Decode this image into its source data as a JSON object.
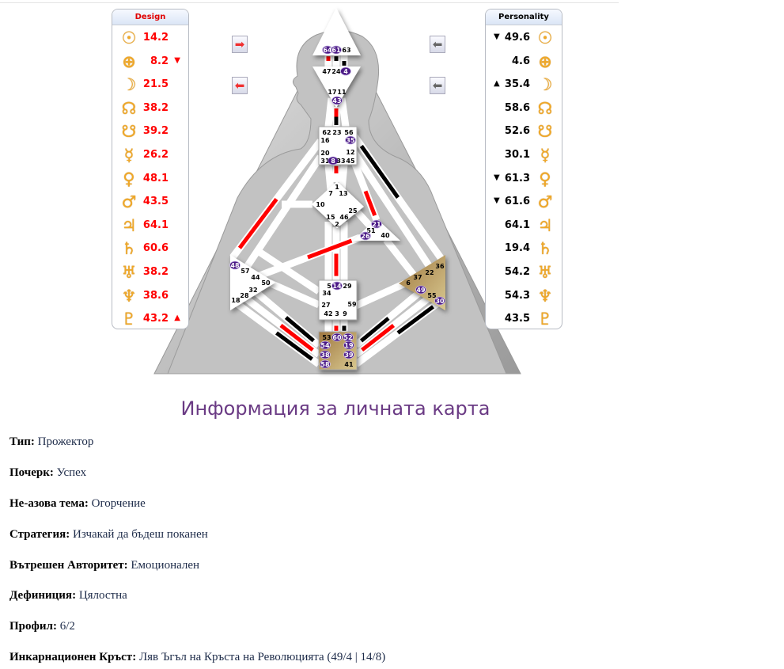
{
  "design_panel": {
    "title": "Design",
    "rows": [
      {
        "planet": "sun-icon",
        "glyph": "☉",
        "value": "14.2",
        "mark": ""
      },
      {
        "planet": "earth-icon",
        "glyph": "⊕",
        "value": "8.2",
        "mark": "▼"
      },
      {
        "planet": "moon-icon",
        "glyph": "☽",
        "value": "21.5",
        "mark": ""
      },
      {
        "planet": "north-node-icon",
        "glyph": "☊",
        "value": "38.2",
        "mark": ""
      },
      {
        "planet": "south-node-icon",
        "glyph": "☋",
        "value": "39.2",
        "mark": ""
      },
      {
        "planet": "mercury-icon",
        "glyph": "☿",
        "value": "26.2",
        "mark": ""
      },
      {
        "planet": "venus-icon",
        "glyph": "♀",
        "value": "48.1",
        "mark": ""
      },
      {
        "planet": "mars-icon",
        "glyph": "♂",
        "value": "43.5",
        "mark": ""
      },
      {
        "planet": "jupiter-icon",
        "glyph": "♃",
        "value": "64.1",
        "mark": ""
      },
      {
        "planet": "saturn-icon",
        "glyph": "♄",
        "value": "60.6",
        "mark": ""
      },
      {
        "planet": "uranus-icon",
        "glyph": "♅",
        "value": "38.2",
        "mark": ""
      },
      {
        "planet": "neptune-icon",
        "glyph": "♆",
        "value": "38.6",
        "mark": ""
      },
      {
        "planet": "pluto-icon",
        "glyph": "♇",
        "value": "43.2",
        "mark": "▲"
      }
    ]
  },
  "personality_panel": {
    "title": "Personality",
    "rows": [
      {
        "planet": "sun-icon",
        "glyph": "☉",
        "value": "49.6",
        "mark": "▼"
      },
      {
        "planet": "earth-icon",
        "glyph": "⊕",
        "value": "4.6",
        "mark": ""
      },
      {
        "planet": "moon-icon",
        "glyph": "☽",
        "value": "35.4",
        "mark": "▲"
      },
      {
        "planet": "north-node-icon",
        "glyph": "☊",
        "value": "58.6",
        "mark": ""
      },
      {
        "planet": "south-node-icon",
        "glyph": "☋",
        "value": "52.6",
        "mark": ""
      },
      {
        "planet": "mercury-icon",
        "glyph": "☿",
        "value": "30.1",
        "mark": ""
      },
      {
        "planet": "venus-icon",
        "glyph": "♀",
        "value": "61.3",
        "mark": "▼"
      },
      {
        "planet": "mars-icon",
        "glyph": "♂",
        "value": "61.6",
        "mark": "▼"
      },
      {
        "planet": "jupiter-icon",
        "glyph": "♃",
        "value": "64.1",
        "mark": ""
      },
      {
        "planet": "saturn-icon",
        "glyph": "♄",
        "value": "19.4",
        "mark": ""
      },
      {
        "planet": "uranus-icon",
        "glyph": "♅",
        "value": "54.2",
        "mark": ""
      },
      {
        "planet": "neptune-icon",
        "glyph": "♆",
        "value": "54.3",
        "mark": ""
      },
      {
        "planet": "pluto-icon",
        "glyph": "♇",
        "value": "43.5",
        "mark": ""
      }
    ]
  },
  "nav_arrows": [
    {
      "name": "design-next-button",
      "icon": "arrow-right-icon",
      "glyph": "➡",
      "style": "red"
    },
    {
      "name": "design-prev-button",
      "icon": "arrow-left-icon",
      "glyph": "⬅",
      "style": "red"
    },
    {
      "name": "personality-next-button",
      "icon": "arrow-left-icon",
      "glyph": "⬅",
      "style": "gray"
    },
    {
      "name": "personality-prev-button",
      "icon": "arrow-left-icon",
      "glyph": "⬅",
      "style": "gray"
    }
  ],
  "bodygraph": {
    "colors": {
      "design": "#ff0000",
      "personality": "#000000",
      "highlight": "#4b1a86",
      "defined_center": "#b89860",
      "open_center": "#ffffff"
    },
    "defined_centers": [
      "solar-plexus",
      "root"
    ],
    "gates": [
      64,
      61,
      63,
      47,
      24,
      4,
      17,
      11,
      43,
      62,
      23,
      56,
      16,
      35,
      20,
      12,
      31,
      8,
      33,
      45,
      1,
      7,
      13,
      10,
      25,
      15,
      46,
      2,
      21,
      51,
      26,
      40,
      48,
      57,
      44,
      50,
      32,
      28,
      18,
      5,
      14,
      29,
      34,
      27,
      59,
      42,
      3,
      9,
      36,
      22,
      37,
      6,
      49,
      55,
      30,
      53,
      60,
      52,
      54,
      19,
      38,
      39,
      58,
      41
    ],
    "highlighted_gates": [
      64,
      61,
      4,
      43,
      35,
      8,
      21,
      26,
      48,
      14,
      49,
      30,
      60,
      52,
      54,
      19,
      38,
      39,
      58
    ],
    "channels": [
      {
        "id": "64-47",
        "a": "design",
        "b": "none"
      },
      {
        "id": "61-24",
        "a": "personality",
        "b": "none"
      },
      {
        "id": "63-4",
        "a": "none",
        "b": "personality"
      },
      {
        "id": "17-62",
        "a": "none",
        "b": "none"
      },
      {
        "id": "11-56",
        "a": "none",
        "b": "none"
      },
      {
        "id": "43-23",
        "a": "design",
        "b": "personality"
      },
      {
        "id": "31-7",
        "a": "none",
        "b": "none"
      },
      {
        "id": "8-1",
        "a": "design",
        "b": "none"
      },
      {
        "id": "33-13",
        "a": "none",
        "b": "none"
      },
      {
        "id": "15-5",
        "a": "none",
        "b": "none"
      },
      {
        "id": "2-14",
        "a": "none",
        "b": "design"
      },
      {
        "id": "46-29",
        "a": "none",
        "b": "none"
      },
      {
        "id": "42-53",
        "a": "none",
        "b": "none"
      },
      {
        "id": "3-60",
        "a": "none",
        "b": "design"
      },
      {
        "id": "9-52",
        "a": "none",
        "b": "personality"
      },
      {
        "id": "16-48",
        "a": "none",
        "b": "design"
      },
      {
        "id": "20-57",
        "a": "none",
        "b": "none"
      },
      {
        "id": "10-20",
        "a": "none",
        "b": "none"
      },
      {
        "id": "57-34",
        "a": "none",
        "b": "none"
      },
      {
        "id": "35-36",
        "a": "personality",
        "b": "none"
      },
      {
        "id": "12-22",
        "a": "none",
        "b": "none"
      },
      {
        "id": "45-21",
        "a": "none",
        "b": "design"
      },
      {
        "id": "25-51",
        "a": "none",
        "b": "none"
      },
      {
        "id": "26-44",
        "a": "design",
        "b": "none"
      },
      {
        "id": "40-37",
        "a": "none",
        "b": "none"
      },
      {
        "id": "50-27",
        "a": "none",
        "b": "none"
      },
      {
        "id": "59-6",
        "a": "none",
        "b": "none"
      },
      {
        "id": "54-32",
        "a": "personality",
        "b": "none"
      },
      {
        "id": "38-28",
        "a": "design",
        "b": "none"
      },
      {
        "id": "58-18",
        "a": "personality",
        "b": "none"
      },
      {
        "id": "19-49",
        "a": "personality",
        "b": "none"
      },
      {
        "id": "39-55",
        "a": "design",
        "b": "none"
      },
      {
        "id": "41-30",
        "a": "none",
        "b": "personality"
      }
    ]
  },
  "info": {
    "title": "Информация за личната карта",
    "items": [
      {
        "label": "Тип",
        "value": "Прожектор"
      },
      {
        "label": "Почерк",
        "value": "Успех"
      },
      {
        "label": "Не-азова тема",
        "value": "Огорчение"
      },
      {
        "label": "Стратегия",
        "value": "Изчакай да бъдеш поканен"
      },
      {
        "label": "Вътрешен Авторитет",
        "value": "Емоционален"
      },
      {
        "label": "Дефиниция",
        "value": "Цялостна"
      },
      {
        "label": "Профил",
        "value": "6/2"
      },
      {
        "label": "Инкарнационен Кръст",
        "value": "Ляв Ъгъл на Кръста на Революцията (49/4 | 14/8)"
      }
    ]
  }
}
